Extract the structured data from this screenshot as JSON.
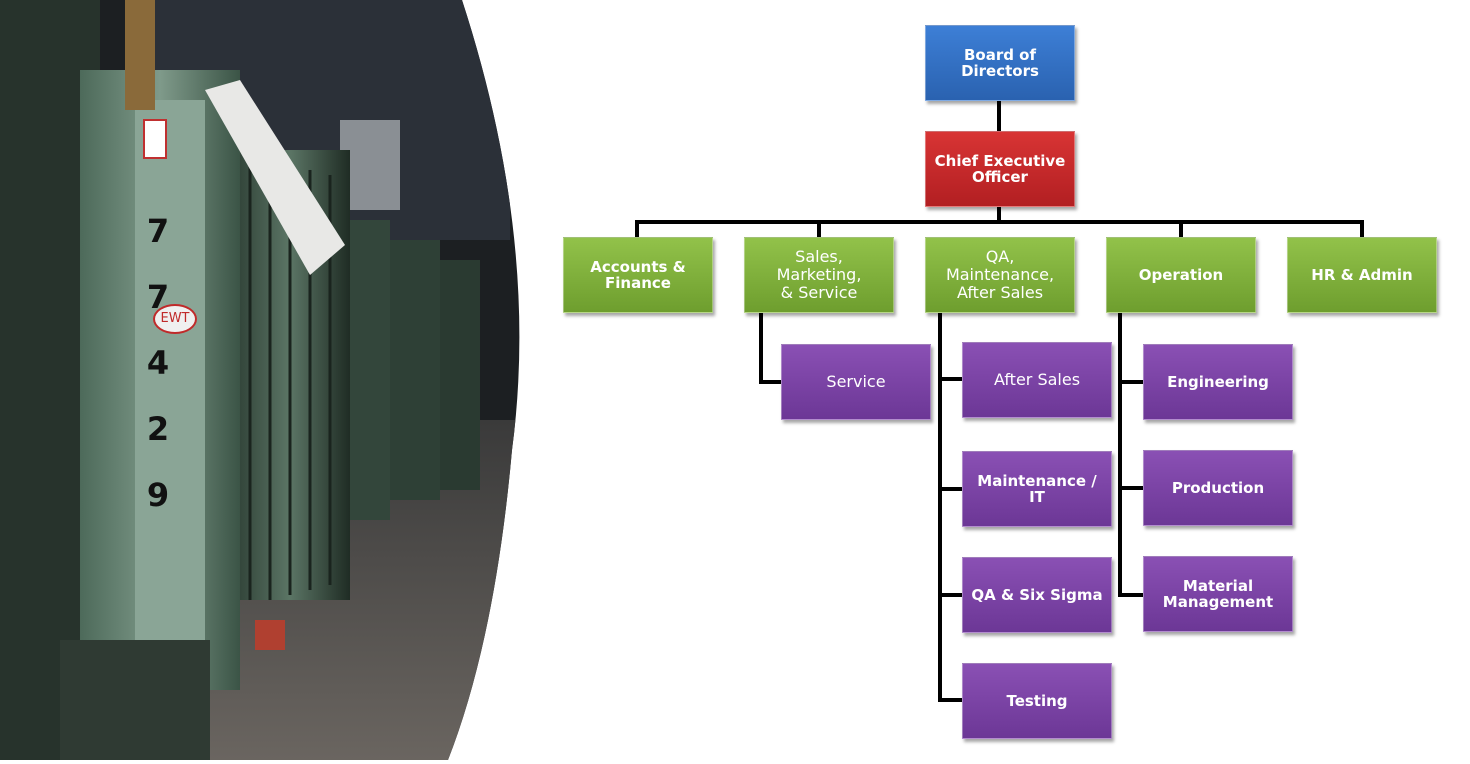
{
  "photo": {
    "serial_digits": [
      "7",
      "7",
      "4",
      "2",
      "9"
    ],
    "logo_text": "EWT"
  },
  "org_chart": {
    "board": "Board of\nDirectors",
    "ceo": "Chief Executive\nOfficer",
    "departments": {
      "accounts": "Accounts &\nFinance",
      "sales": "Sales, Marketing,\n& Service",
      "qa": "QA,\nMaintenance,\nAfter Sales",
      "operation": "Operation",
      "hr": "HR & Admin"
    },
    "sub_units": {
      "service": "Service",
      "after_sales": "After Sales",
      "maintenance_it": "Maintenance /\nIT",
      "qa_six_sigma": "QA & Six Sigma",
      "testing": "Testing",
      "engineering": "Engineering",
      "production": "Production",
      "material_management": "Material\nManagement"
    }
  }
}
